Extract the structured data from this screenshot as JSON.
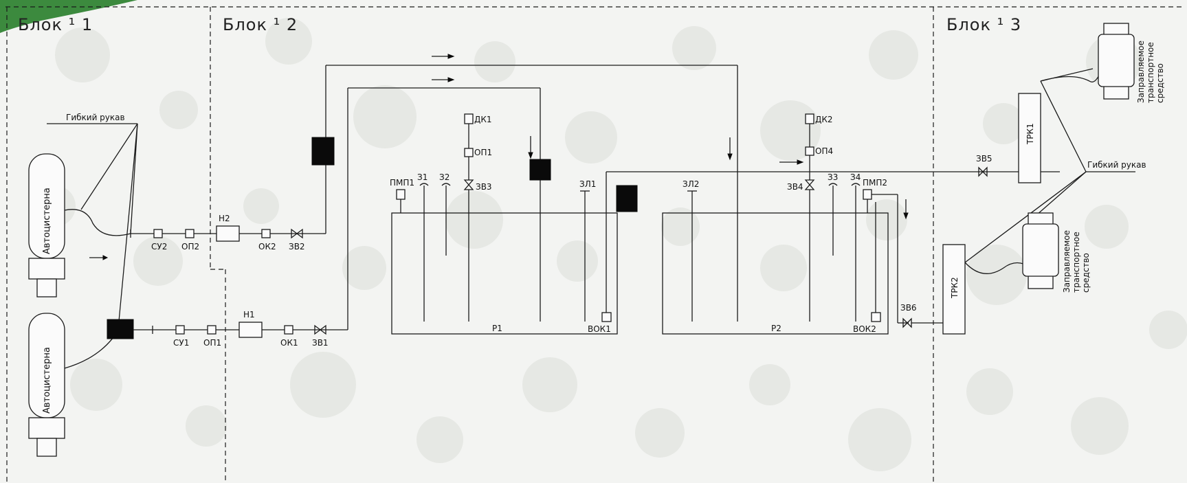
{
  "blocks": [
    "Блок ¹ 1",
    "Блок ¹ 2",
    "Блок ¹ 3"
  ],
  "tankers": [
    "Автоцистерна",
    "Автоцистерна"
  ],
  "hose": "Гибкий рукав",
  "line2": [
    "СУ2",
    "ОП2",
    "Н2",
    "ОК2",
    "ЗВ2"
  ],
  "line1": [
    "СУ1",
    "ОП1",
    "Н1",
    "ОК1",
    "ЗВ1"
  ],
  "tank1": {
    "name": "Р1",
    "labels": [
      "ПМП1",
      "З1",
      "З2",
      "ЗВ3",
      "ДК1",
      "ОП1",
      "ЗЛ1",
      "ВОК1"
    ]
  },
  "tank2": {
    "name": "Р2",
    "labels": [
      "ЗЛ2",
      "ЗВ4",
      "ДК2",
      "ОП4",
      "З3",
      "З4",
      "ПМП2",
      "ВОК2"
    ]
  },
  "valves3": [
    "ЗВ5",
    "ЗВ6"
  ],
  "dispensers": [
    "ТРК1",
    "ТРК2"
  ],
  "vehicle": [
    "Заправляемое",
    "транспортное",
    "средство"
  ]
}
